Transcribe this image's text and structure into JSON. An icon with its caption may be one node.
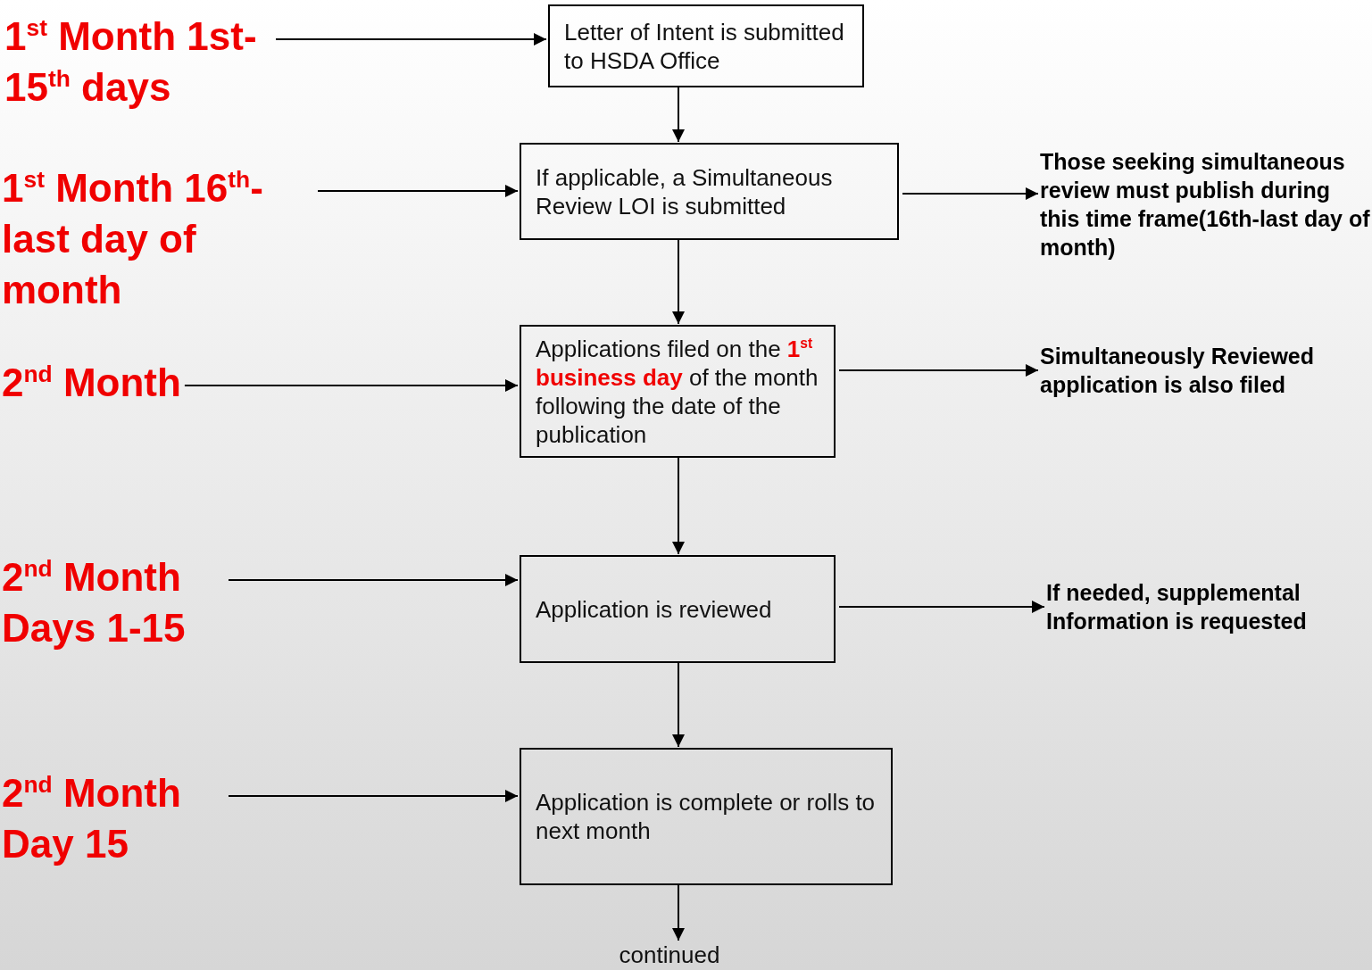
{
  "diagram": {
    "nodes": [
      {
        "text": [
          "1$^{st}$ Month 1st-15$^{th}$ days"
        ]
      },
      {
        "text": [
          "Letter of Intent is submitted to HSDA Office"
        ]
      },
      {
        "text": [
          "1$^{st}$ Month 16$^{th}$-last day of month"
        ]
      },
      {
        "text": [
          "If applicable, a Simultaneous Review LOI is submitted"
        ]
      },
      {
        "text": [
          "Those seeking simultaneous review must publish during this time frame(16th-last day of month)"
        ]
      },
      {
        "text": [
          "2$^{nd}$ Month"
        ]
      },
      {
        "text": [
          "Applications filed on the **1$^{st}$ business day** of the month following the date of the publication"
        ]
      },
      {
        "text": [
          "Simultaneously Reviewed application is also filed"
        ]
      },
      {
        "text": [
          "2$^{nd}$ Month Days 1-15"
        ]
      },
      {
        "text": [
          "Application is reviewed"
        ]
      },
      {
        "text": [
          "If needed, supplemental Information is requested"
        ]
      },
      {
        "text": [
          "2$^{nd}$ Month Day 15"
        ]
      },
      {
        "text": [
          "Application is complete or rolls to next month"
        ]
      },
      {
        "text": [
          "continued"
        ]
      }
    ],
    "edges": [
      {
        "from": 0,
        "to": 1,
        "arrow": "to"
      },
      {
        "from": 1,
        "to": 3,
        "arrow": "to"
      },
      {
        "from": 2,
        "to": 3,
        "arrow": "to"
      },
      {
        "from": 3,
        "to": 4,
        "arrow": "to"
      },
      {
        "from": 3,
        "to": 6,
        "arrow": "to"
      },
      {
        "from": 5,
        "to": 6,
        "arrow": "to"
      },
      {
        "from": 6,
        "to": 7,
        "arrow": "to"
      },
      {
        "from": 6,
        "to": 9,
        "arrow": "to"
      },
      {
        "from": 8,
        "to": 9,
        "arrow": "to"
      },
      {
        "from": 9,
        "to": 10,
        "arrow": "to"
      },
      {
        "from": 9,
        "to": 12,
        "arrow": "to"
      },
      {
        "from": 11,
        "to": 12,
        "arrow": "to"
      },
      {
        "from": 12,
        "to": 13,
        "arrow": "to"
      }
    ]
  }
}
